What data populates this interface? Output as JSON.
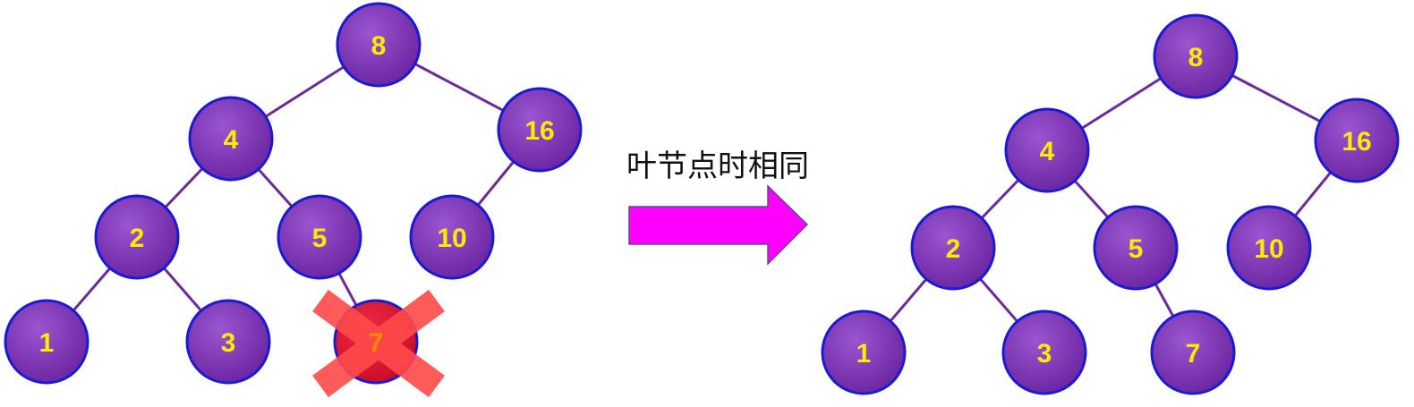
{
  "colors": {
    "node_fill": "#7a2fb0",
    "node_border": "#1a1ad6",
    "edge": "#6b2a9c",
    "label": "#ffeb00",
    "deleted_fill": "#dd1030",
    "cross": "#ff4a4a",
    "deleted_label": "#ff8a00",
    "arrow_fill": "#ff00ff",
    "arrow_stroke": "#5a4a8a"
  },
  "arrow": {
    "label": "叶节点时相同"
  },
  "trees": [
    {
      "id": "before",
      "nodes": [
        {
          "id": "b8",
          "label": "8"
        },
        {
          "id": "b4",
          "label": "4"
        },
        {
          "id": "b16",
          "label": "16"
        },
        {
          "id": "b2",
          "label": "2"
        },
        {
          "id": "b5",
          "label": "5"
        },
        {
          "id": "b10",
          "label": "10"
        },
        {
          "id": "b1",
          "label": "1"
        },
        {
          "id": "b3",
          "label": "3"
        },
        {
          "id": "b7",
          "label": "7",
          "deleted": true
        }
      ],
      "edges": [
        [
          "b8",
          "b4"
        ],
        [
          "b8",
          "b16"
        ],
        [
          "b4",
          "b2"
        ],
        [
          "b4",
          "b5"
        ],
        [
          "b16",
          "b10"
        ],
        [
          "b2",
          "b1"
        ],
        [
          "b2",
          "b3"
        ],
        [
          "b5",
          "b7"
        ]
      ]
    },
    {
      "id": "after",
      "nodes": [
        {
          "id": "a8",
          "label": "8"
        },
        {
          "id": "a4",
          "label": "4"
        },
        {
          "id": "a16",
          "label": "16"
        },
        {
          "id": "a2",
          "label": "2"
        },
        {
          "id": "a5",
          "label": "5"
        },
        {
          "id": "a10",
          "label": "10"
        },
        {
          "id": "a1",
          "label": "1"
        },
        {
          "id": "a3",
          "label": "3"
        },
        {
          "id": "a7",
          "label": "7"
        }
      ],
      "edges": [
        [
          "a8",
          "a4"
        ],
        [
          "a8",
          "a16"
        ],
        [
          "a4",
          "a2"
        ],
        [
          "a4",
          "a5"
        ],
        [
          "a16",
          "a10"
        ],
        [
          "a2",
          "a1"
        ],
        [
          "a2",
          "a3"
        ],
        [
          "a5",
          "a7"
        ]
      ]
    }
  ]
}
